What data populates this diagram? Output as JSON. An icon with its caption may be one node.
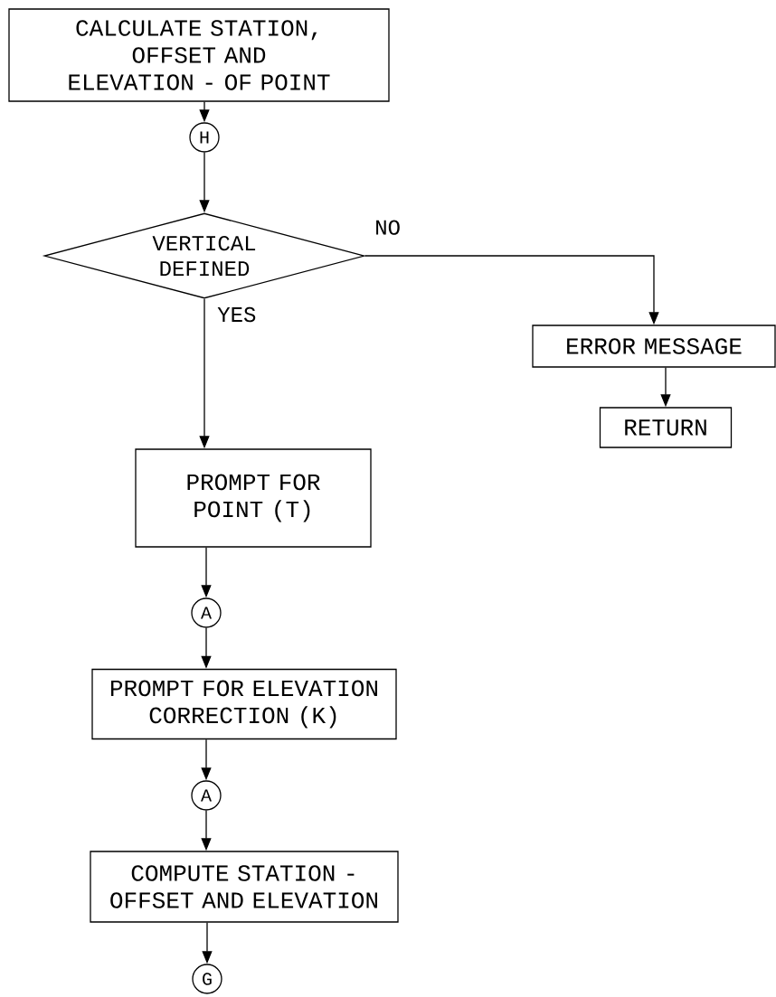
{
  "diagram": {
    "nodes": [
      {
        "text": [
          "CALCULATE STATION, OFFSET AND ELEVATION - OF POINT"
        ]
      },
      {
        "text": [
          "H"
        ]
      },
      {
        "text": [
          "VERTICAL DEFINED"
        ]
      },
      {
        "text": [
          "ERROR MESSAGE"
        ]
      },
      {
        "text": [
          "RETURN"
        ]
      },
      {
        "text": [
          "PROMPT FOR POINT (T)"
        ]
      },
      {
        "text": [
          "A"
        ]
      },
      {
        "text": [
          "PROMPT FOR ELEVATION CORRECTION (K)"
        ]
      },
      {
        "text": [
          "A"
        ]
      },
      {
        "text": [
          "COMPUTE STATION - OFFSET AND ELEVATION"
        ]
      },
      {
        "text": [
          "G"
        ]
      }
    ],
    "edges": [
      {
        "from": 0,
        "to": 1,
        "arrow": "to"
      },
      {
        "from": 1,
        "to": 2,
        "arrow": "to"
      },
      {
        "from": 2,
        "to": 3,
        "arrow": "to",
        "label": "NO"
      },
      {
        "from": 2,
        "to": 5,
        "arrow": "to",
        "label": "YES"
      },
      {
        "from": 3,
        "to": 4,
        "arrow": "to"
      },
      {
        "from": 5,
        "to": 6,
        "arrow": "to"
      },
      {
        "from": 6,
        "to": 7,
        "arrow": "to"
      },
      {
        "from": 7,
        "to": 8,
        "arrow": "to"
      },
      {
        "from": 8,
        "to": 9,
        "arrow": "to"
      },
      {
        "from": 9,
        "to": 10,
        "arrow": "to"
      }
    ]
  }
}
